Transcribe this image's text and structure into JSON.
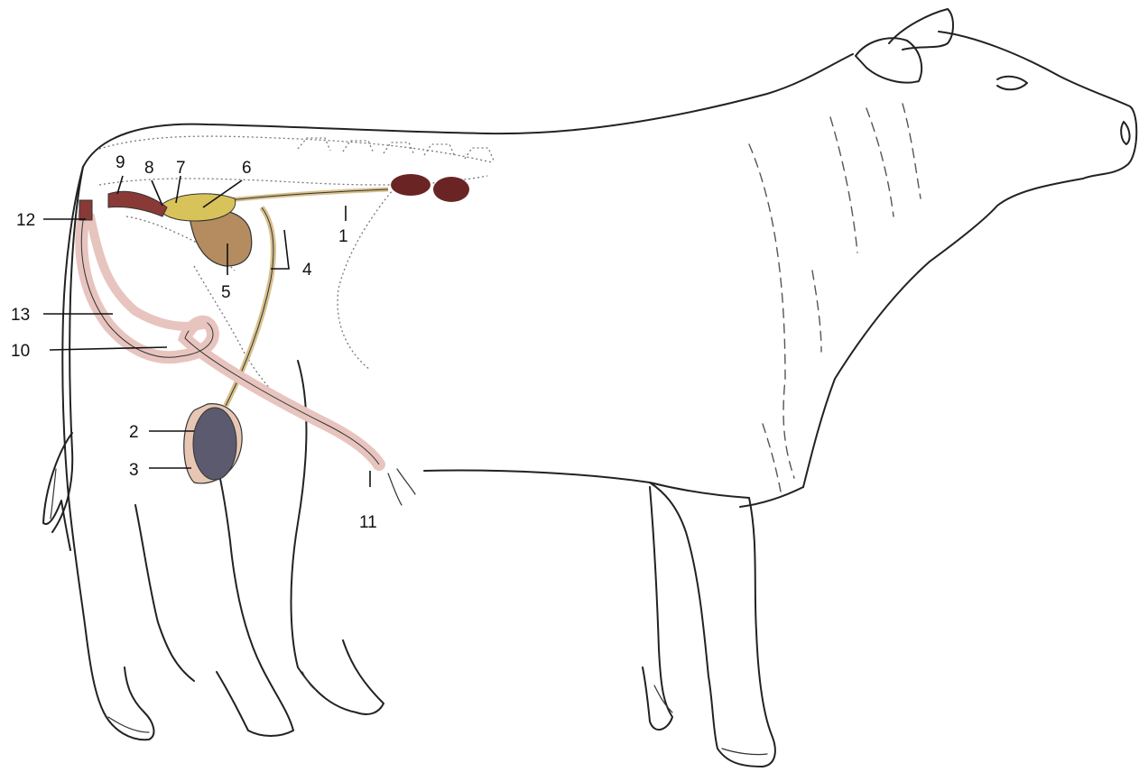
{
  "diagram": {
    "labels": [
      {
        "id": "1",
        "text": "1"
      },
      {
        "id": "2",
        "text": "2"
      },
      {
        "id": "3",
        "text": "3"
      },
      {
        "id": "4",
        "text": "4"
      },
      {
        "id": "5",
        "text": "5"
      },
      {
        "id": "6",
        "text": "6"
      },
      {
        "id": "7",
        "text": "7"
      },
      {
        "id": "8",
        "text": "8"
      },
      {
        "id": "9",
        "text": "9"
      },
      {
        "id": "10",
        "text": "10"
      },
      {
        "id": "11",
        "text": "11"
      },
      {
        "id": "12",
        "text": "12"
      },
      {
        "id": "13",
        "text": "13"
      }
    ],
    "colors": {
      "outline": "#222222",
      "penis": "#e8c4bf",
      "penis_dark": "#8a3a36",
      "testis": "#5c5a6e",
      "scrotum": "#e7c7b3",
      "bladder": "#b48c5f",
      "vesicular_gland": "#d8c25a",
      "kidney": "#6a2424",
      "duct": "#d8c18e"
    }
  }
}
